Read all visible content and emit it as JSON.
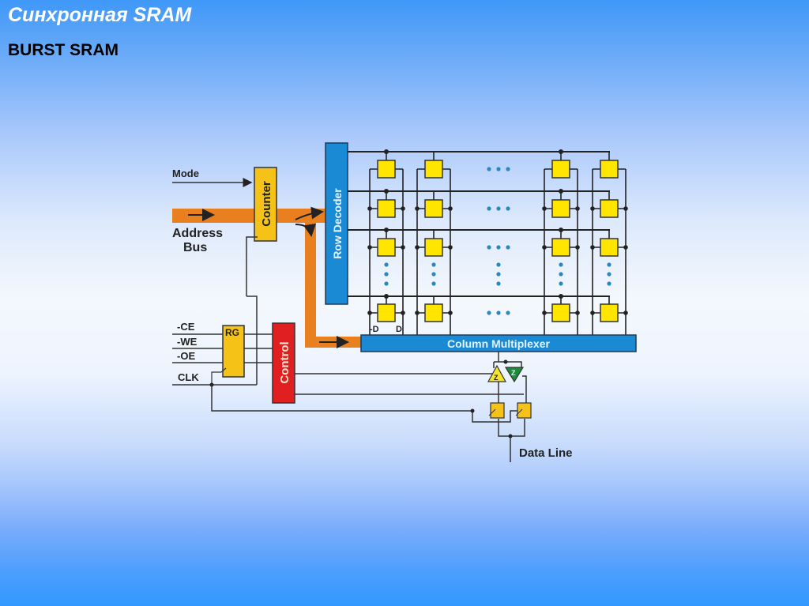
{
  "slide": {
    "title": "Синхронная SRAM",
    "subtitle": "BURST SRAM"
  },
  "diagram": {
    "inputs": {
      "mode": "Mode",
      "address_bus_line1": "Address",
      "address_bus_line2": "Bus",
      "ce": "-CE",
      "we": "-WE",
      "oe": "-OE",
      "clk": "CLK"
    },
    "blocks": {
      "counter": "Counter",
      "row_decoder": "Row Decoder",
      "rg": "RG",
      "control": "Control",
      "column_multiplexer": "Column Multiplexer"
    },
    "bit_labels": {
      "not_d": "-D",
      "d": "D"
    },
    "buffers": {
      "input_buffer": "Z",
      "output_buffer": "Z"
    },
    "output": {
      "data_line": "Data Line"
    },
    "memory_array": {
      "visible_columns": 4,
      "visible_rows": 4,
      "ellipsis": "• • •"
    },
    "colors": {
      "bus": "#e8801f",
      "counter": "#f5c317",
      "row_decoder": "#1a8ad4",
      "control": "#e02020",
      "cell": "#ffe500",
      "output_buffer": "#1f8a3a",
      "title": "#ffffff"
    }
  }
}
